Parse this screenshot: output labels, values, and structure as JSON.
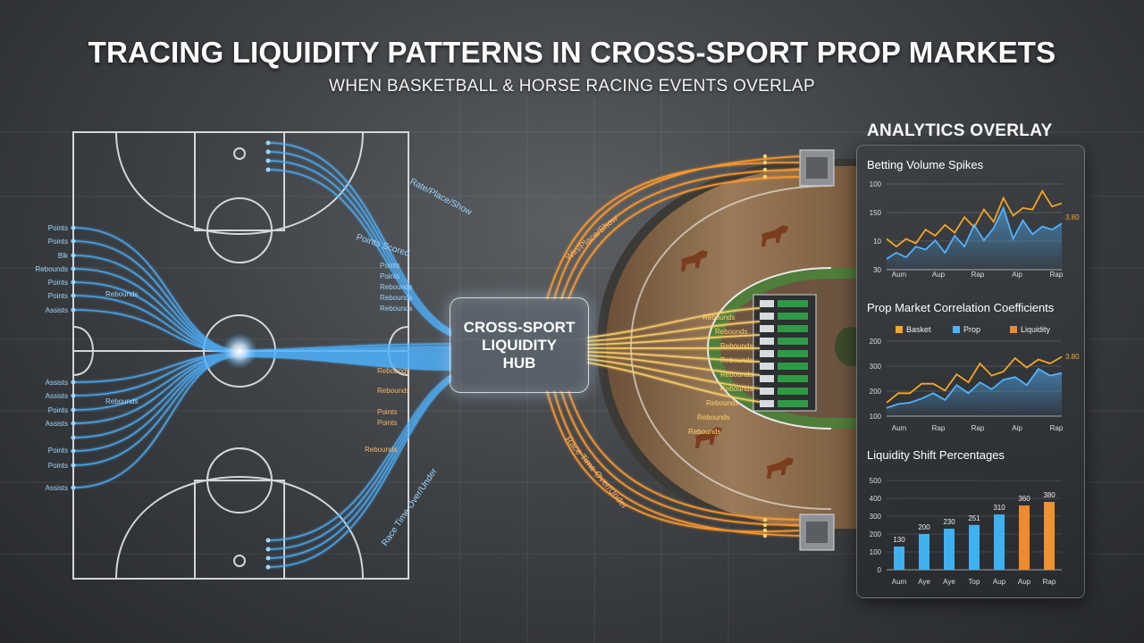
{
  "title": "TRACING LIQUIDITY PATTERNS IN CROSS-SPORT PROP MARKETS",
  "subtitle": "WHEN BASKETBALL & HORSE RACING EVENTS OVERLAP",
  "hub": {
    "line1": "CROSS-SPORT",
    "line2": "LIQUIDITY",
    "line3": "HUB"
  },
  "colors": {
    "basketball_flow": "#4fb3ff",
    "racing_flow": "#ff9a2e",
    "racing_flow_light": "#ffd36a"
  },
  "basketball_labels_left": [
    "Points",
    "Points",
    "Blk",
    "Rebounds",
    "Points",
    "Points",
    "Assists",
    "Assists",
    "Assists",
    "Points",
    "Assists",
    "Points",
    "Points",
    "Assists"
  ],
  "basketball_labels_mid": [
    "Points",
    "Points",
    "Rebounds",
    "Rebounds",
    "Rebounds",
    "Rebounds",
    "Rebounds"
  ],
  "basketball_labels_lower_mid": [
    "Rebounds",
    "Rebounds",
    "Points",
    "Points",
    "Rebounds"
  ],
  "curve_labels": {
    "upper_right_basketball": "Rate/Place/Show",
    "mid_right": "Points Scored",
    "lower_right": "Race Time Over/Under",
    "top_racing": "Win/Place/Show",
    "bottom_racing": "Race Time Over/Under"
  },
  "racing_labels_mid": [
    "Rebounds",
    "Rebounds",
    "Rebounds",
    "Rebounds",
    "Rebounds"
  ],
  "racing_labels_lower": [
    "Rebounds",
    "Rebounds",
    "Rebounds",
    "Rebounds"
  ],
  "analytics": {
    "heading": "ANALYTICS OVERLAY",
    "chart1": {
      "title": "Betting Volume Spikes"
    },
    "chart2": {
      "title": "Prop Market Correlation Coefficients",
      "legend": [
        "Basket",
        "Prop",
        "Liquidity"
      ]
    },
    "chart3": {
      "title": "Liquidity Shift Percentages"
    }
  },
  "chart_data": [
    {
      "type": "line",
      "title": "Betting Volume Spikes",
      "categories": [
        "Aum",
        "Aup",
        "Rap",
        "Aip",
        "Rap"
      ],
      "yticks": [
        "100",
        "150",
        "10",
        "30"
      ],
      "annotation": "3.80",
      "series": [
        {
          "color": "#f5a623",
          "values": [
            0.4,
            0.3,
            0.4,
            0.34,
            0.52,
            0.44,
            0.58,
            0.48,
            0.68,
            0.55,
            0.78,
            0.62,
            0.93,
            0.7,
            0.8,
            0.78,
            1.02,
            0.82,
            0.86
          ]
        },
        {
          "color": "#4fb3ff",
          "values": [
            0.14,
            0.22,
            0.16,
            0.3,
            0.26,
            0.38,
            0.22,
            0.44,
            0.3,
            0.58,
            0.38,
            0.54,
            0.8,
            0.4,
            0.64,
            0.46,
            0.56,
            0.52,
            0.6
          ]
        }
      ]
    },
    {
      "type": "line",
      "title": "Prop Market Correlation Coefficients",
      "categories": [
        "Aum",
        "Rap",
        "Rap",
        "Aip",
        "Rap"
      ],
      "yticks": [
        "200",
        "300",
        "200",
        "100"
      ],
      "annotation": "3.80",
      "series": [
        {
          "name": "Basket",
          "color": "#f5a623",
          "values": [
            0.2,
            0.34,
            0.34,
            0.48,
            0.48,
            0.38,
            0.62,
            0.5,
            0.78,
            0.6,
            0.66,
            0.86,
            0.72,
            0.84,
            0.78,
            0.88
          ]
        },
        {
          "name": "Prop",
          "color": "#4fb3ff",
          "values": [
            0.12,
            0.18,
            0.2,
            0.26,
            0.34,
            0.24,
            0.46,
            0.34,
            0.5,
            0.4,
            0.54,
            0.58,
            0.46,
            0.7,
            0.6,
            0.64
          ]
        }
      ]
    },
    {
      "type": "bar",
      "title": "Liquidity Shift Percentages",
      "categories": [
        "Aum",
        "Aye",
        "Aye",
        "Top",
        "Aup",
        "Aup",
        "Rap"
      ],
      "yticks": [
        "500",
        "400",
        "300",
        "200",
        "100",
        "0"
      ],
      "values": [
        130,
        200,
        230,
        251,
        310,
        360,
        380
      ],
      "labels": [
        "130",
        "200",
        "230",
        "251",
        "310",
        "360",
        "380"
      ],
      "colors": [
        "#3fb0f0",
        "#3fb0f0",
        "#3fb0f0",
        "#3fb0f0",
        "#3fb0f0",
        "#f08a2a",
        "#f0922e"
      ],
      "ylim": [
        0,
        500
      ]
    }
  ]
}
